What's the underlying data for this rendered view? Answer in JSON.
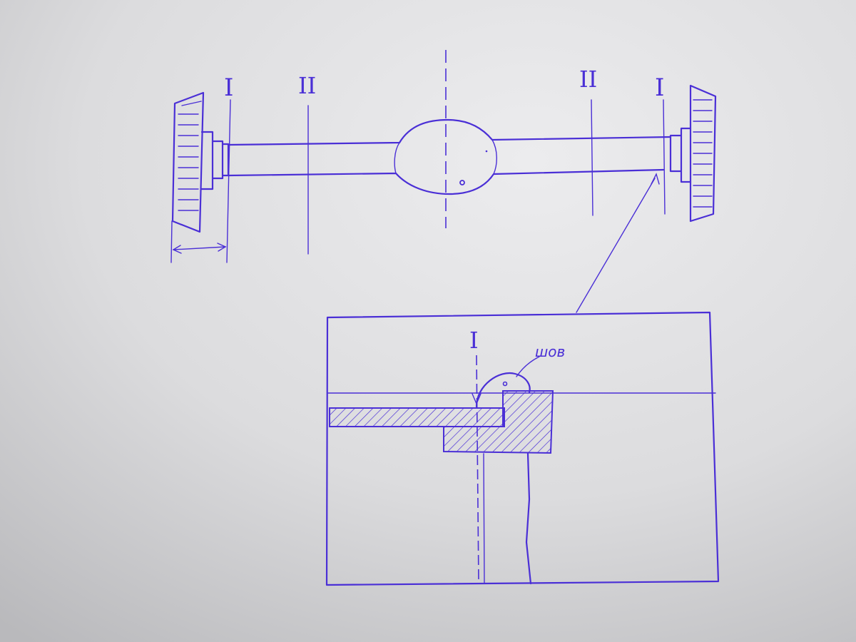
{
  "labels": {
    "section_left_outer": "I",
    "section_left_inner": "II",
    "section_right_inner": "II",
    "section_right_outer": "I",
    "detail_marker": "I",
    "weld_label": "шов"
  },
  "colors": {
    "ink": "#4a2fd6",
    "paper_light": "#ececee",
    "paper_shadow": "#bdbdc0"
  }
}
